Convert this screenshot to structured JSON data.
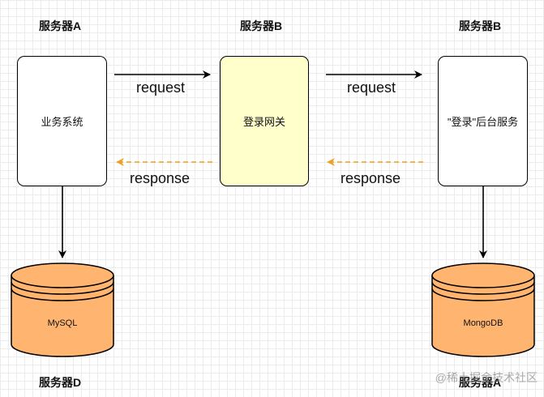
{
  "colors": {
    "box_fill": "#ffffff",
    "gateway_fill": "#ffffcc",
    "db_fill": "#ffb570",
    "response_arrow": "#f0a020",
    "request_arrow": "#000000"
  },
  "servers": {
    "left": "服务器A",
    "middle": "服务器B",
    "right": "服务器B",
    "bottom_left": "服务器D",
    "bottom_right": "服务器A"
  },
  "nodes": {
    "business_system": "业务系统",
    "login_gateway": "登录网关",
    "login_backend": "\"登录\"后台服务"
  },
  "databases": {
    "left": "MySQL",
    "right": "MongoDB"
  },
  "edges": {
    "request_1": "request",
    "request_2": "request",
    "response_1": "response",
    "response_2": "response"
  },
  "watermark": "@稀土掘金技术社区"
}
